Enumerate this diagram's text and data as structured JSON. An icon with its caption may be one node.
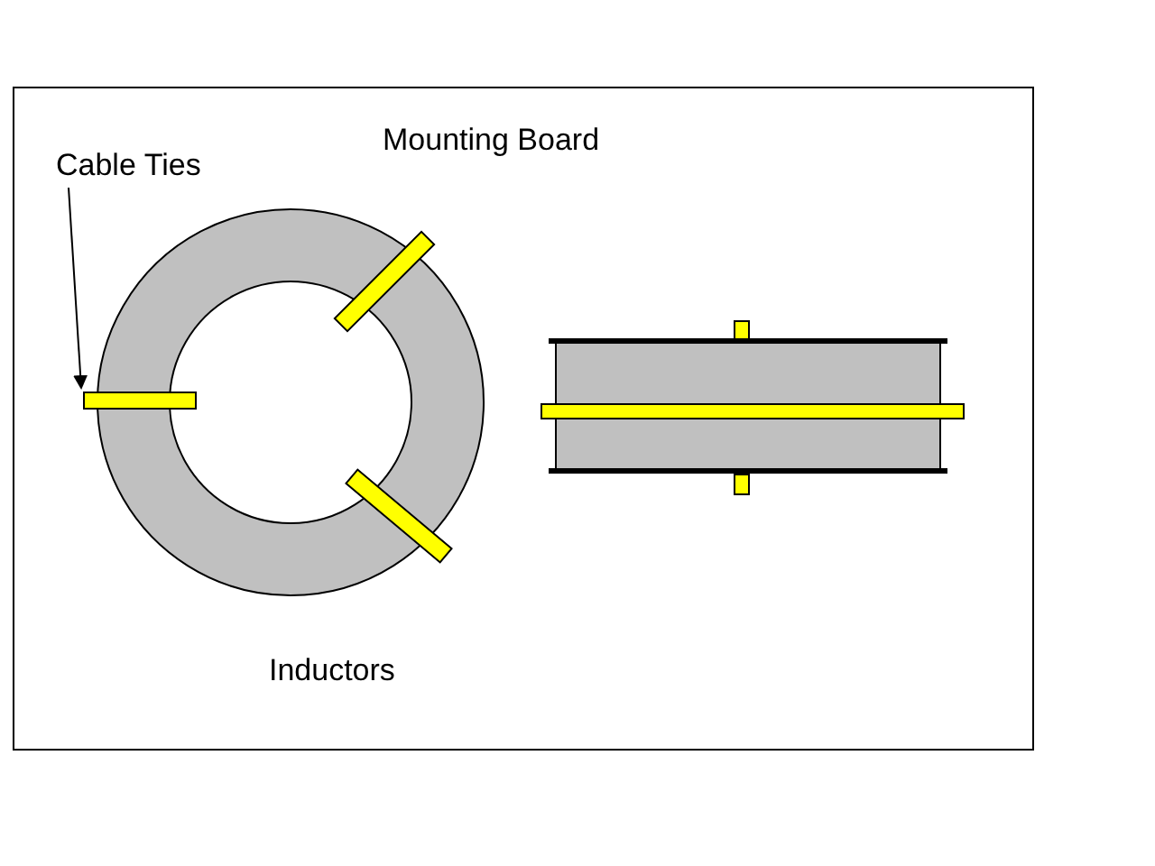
{
  "diagram": {
    "nodes": [
      {
        "text": [
          "Mounting Board"
        ]
      },
      {
        "text": [
          "Cable Ties"
        ],
        "in": 0
      },
      {
        "text": [],
        "shape": "bar",
        "in": 0
      }
    ],
    "edges": [
      {
        "from": 1,
        "to": 2,
        "arrow": "to"
      }
    ],
    "labels": [
      "Inductors"
    ]
  }
}
